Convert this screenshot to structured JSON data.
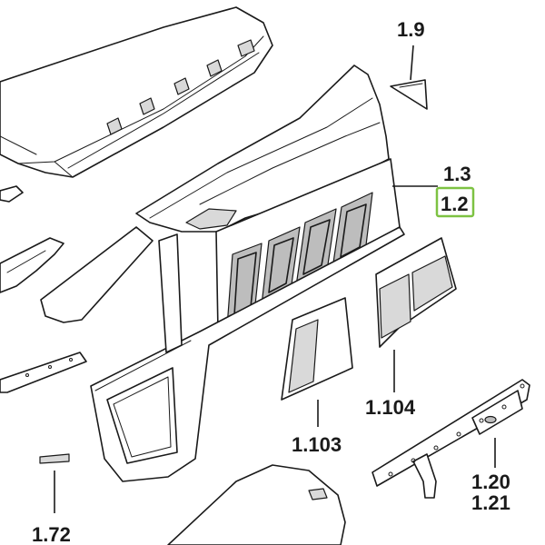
{
  "callouts": {
    "c1_9": "1.9",
    "c1_3": "1.3",
    "c1_2": "1.2",
    "c1_104": "1.104",
    "c1_103": "1.103",
    "c1_20": "1.20",
    "c1_21": "1.21",
    "c1_72": "1.72"
  },
  "highlight_color": "#7dc242"
}
